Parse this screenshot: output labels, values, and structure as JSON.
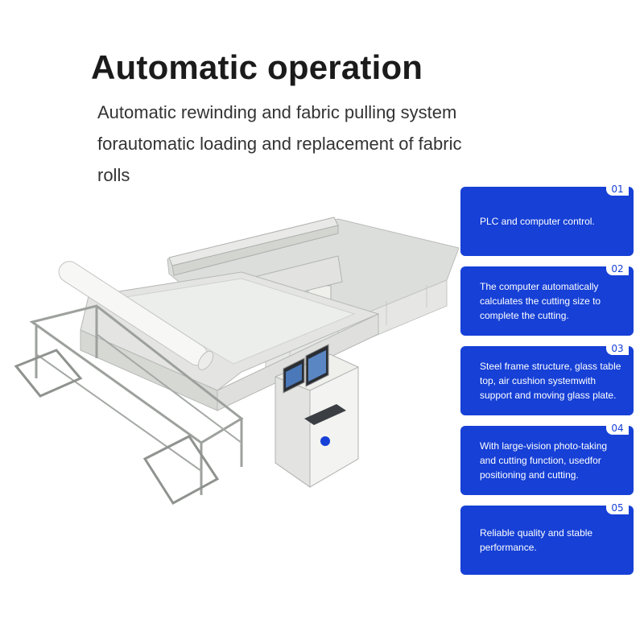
{
  "heading": {
    "title": "Automatic operation",
    "subtitle_lines": [
      "Automatic rewinding and fabric pulling system",
      "forautomatic loading and replacement of fabric",
      "rolls"
    ]
  },
  "colors": {
    "card_bg": "#1640d6",
    "card_text": "#ffffff",
    "title": "#1b1b1b"
  },
  "features": [
    {
      "number": "01",
      "text": "PLC and computer control."
    },
    {
      "number": "02",
      "text": "The computer automatically calculates the cutting size to complete the cutting."
    },
    {
      "number": "03",
      "text": "Steel frame structure, glass table top, air cushion systemwith support and moving glass plate."
    },
    {
      "number": "04",
      "text": "With large-vision photo-taking and cutting function, usedfor positioning and cutting."
    },
    {
      "number": "05",
      "text": "Reliable quality and stable performance."
    }
  ]
}
